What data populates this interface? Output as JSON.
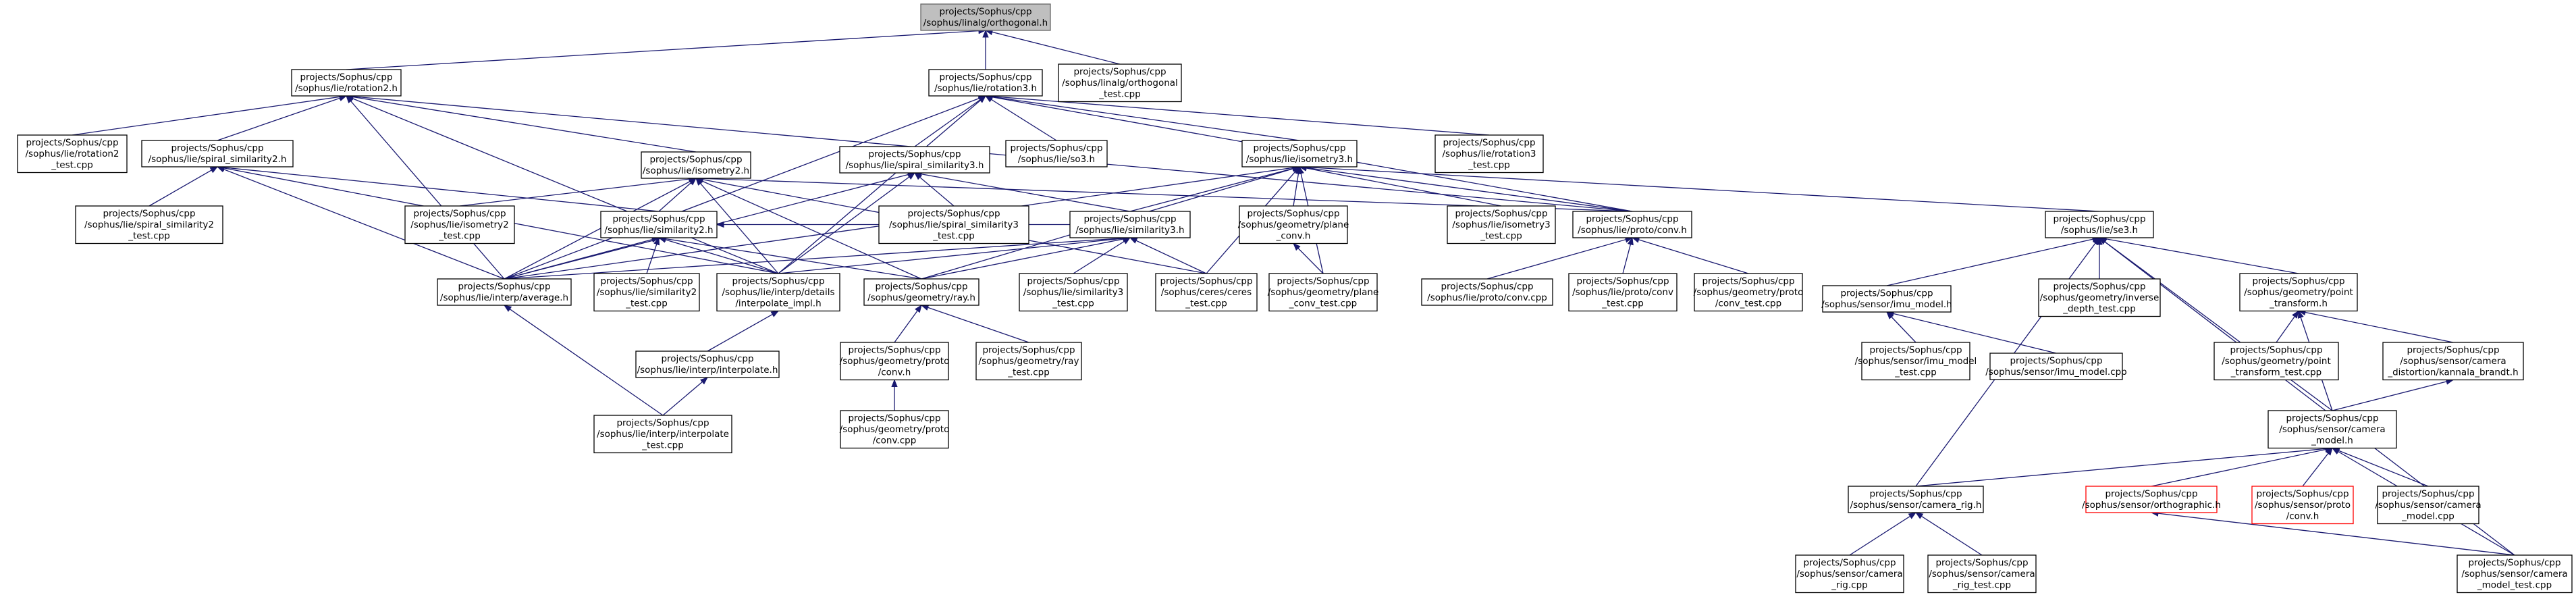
{
  "graph": {
    "colors": {
      "edge": "#191970",
      "node_border": "#000000",
      "root_fill": "#bfbfbf",
      "root_border": "#666666",
      "truncated_border": "#ff0000",
      "background": "#ffffff"
    },
    "nodes": [
      {
        "id": "orthogonal_h",
        "lines": [
          "projects/Sophus/cpp",
          "/sophus/linalg/orthogonal.h"
        ]
      },
      {
        "id": "rotation2_h",
        "lines": [
          "projects/Sophus/cpp",
          "/sophus/lie/rotation2.h"
        ]
      },
      {
        "id": "rotation3_h",
        "lines": [
          "projects/Sophus/cpp",
          "/sophus/lie/rotation3.h"
        ]
      },
      {
        "id": "orthogonal_test",
        "lines": [
          "projects/Sophus/cpp",
          "/sophus/linalg/orthogonal",
          "_test.cpp"
        ]
      },
      {
        "id": "rotation2_test",
        "lines": [
          "projects/Sophus/cpp",
          "/sophus/lie/rotation2",
          "_test.cpp"
        ]
      },
      {
        "id": "spiral_similarity2_h",
        "lines": [
          "projects/Sophus/cpp",
          "/sophus/lie/spiral_similarity2.h"
        ]
      },
      {
        "id": "isometry2_h",
        "lines": [
          "projects/Sophus/cpp",
          "/sophus/lie/isometry2.h"
        ]
      },
      {
        "id": "spiral_similarity3_h",
        "lines": [
          "projects/Sophus/cpp",
          "/sophus/lie/spiral_similarity3.h"
        ]
      },
      {
        "id": "so3_h",
        "lines": [
          "projects/Sophus/cpp",
          "/sophus/lie/so3.h"
        ]
      },
      {
        "id": "isometry3_h",
        "lines": [
          "projects/Sophus/cpp",
          "/sophus/lie/isometry3.h"
        ]
      },
      {
        "id": "rotation3_test",
        "lines": [
          "projects/Sophus/cpp",
          "/sophus/lie/rotation3",
          "_test.cpp"
        ]
      },
      {
        "id": "spiral_similarity2_test",
        "lines": [
          "projects/Sophus/cpp",
          "/sophus/lie/spiral_similarity2",
          "_test.cpp"
        ]
      },
      {
        "id": "isometry2_test",
        "lines": [
          "projects/Sophus/cpp",
          "/sophus/lie/isometry2",
          "_test.cpp"
        ]
      },
      {
        "id": "similarity2_h",
        "lines": [
          "projects/Sophus/cpp",
          "/sophus/lie/similarity2.h"
        ]
      },
      {
        "id": "spiral_similarity3_test",
        "lines": [
          "projects/Sophus/cpp",
          "/sophus/lie/spiral_similarity3",
          "_test.cpp"
        ]
      },
      {
        "id": "similarity3_h",
        "lines": [
          "projects/Sophus/cpp",
          "/sophus/lie/similarity3.h"
        ]
      },
      {
        "id": "plane_conv_h",
        "lines": [
          "projects/Sophus/cpp",
          "/sophus/geometry/plane",
          "_conv.h"
        ]
      },
      {
        "id": "isometry3_test",
        "lines": [
          "projects/Sophus/cpp",
          "/sophus/lie/isometry3",
          "_test.cpp"
        ]
      },
      {
        "id": "lie_proto_conv_h",
        "lines": [
          "projects/Sophus/cpp",
          "/sophus/lie/proto/conv.h"
        ]
      },
      {
        "id": "se3_h",
        "lines": [
          "projects/Sophus/cpp",
          "/sophus/lie/se3.h"
        ]
      },
      {
        "id": "interp_average_h",
        "lines": [
          "projects/Sophus/cpp",
          "/sophus/lie/interp/average.h"
        ]
      },
      {
        "id": "similarity2_test",
        "lines": [
          "projects/Sophus/cpp",
          "/sophus/lie/similarity2",
          "_test.cpp"
        ]
      },
      {
        "id": "interpolate_impl_h",
        "lines": [
          "projects/Sophus/cpp",
          "/sophus/lie/interp/details",
          "/interpolate_impl.h"
        ]
      },
      {
        "id": "ray_h",
        "lines": [
          "projects/Sophus/cpp",
          "/sophus/geometry/ray.h"
        ]
      },
      {
        "id": "similarity3_test",
        "lines": [
          "projects/Sophus/cpp",
          "/sophus/lie/similarity3",
          "_test.cpp"
        ]
      },
      {
        "id": "ceres_test",
        "lines": [
          "projects/Sophus/cpp",
          "/sophus/ceres/ceres",
          "_test.cpp"
        ]
      },
      {
        "id": "plane_conv_test",
        "lines": [
          "projects/Sophus/cpp",
          "/sophus/geometry/plane",
          "_conv_test.cpp"
        ]
      },
      {
        "id": "lie_proto_conv_cpp",
        "lines": [
          "projects/Sophus/cpp",
          "/sophus/lie/proto/conv.cpp"
        ]
      },
      {
        "id": "lie_proto_conv_test",
        "lines": [
          "projects/Sophus/cpp",
          "/sophus/lie/proto/conv",
          "_test.cpp"
        ]
      },
      {
        "id": "geometry_proto_conv_test",
        "lines": [
          "projects/Sophus/cpp",
          "/sophus/geometry/proto",
          "/conv_test.cpp"
        ]
      },
      {
        "id": "imu_model_h",
        "lines": [
          "projects/Sophus/cpp",
          "/sophus/sensor/imu_model.h"
        ]
      },
      {
        "id": "inverse_depth_test",
        "lines": [
          "projects/Sophus/cpp",
          "/sophus/geometry/inverse",
          "_depth_test.cpp"
        ]
      },
      {
        "id": "point_transform_h",
        "lines": [
          "projects/Sophus/cpp",
          "/sophus/geometry/point",
          "_transform.h"
        ]
      },
      {
        "id": "interpolate_h",
        "lines": [
          "projects/Sophus/cpp",
          "/sophus/lie/interp/interpolate.h"
        ]
      },
      {
        "id": "geometry_proto_conv_h",
        "lines": [
          "projects/Sophus/cpp",
          "/sophus/geometry/proto",
          "/conv.h"
        ]
      },
      {
        "id": "ray_test",
        "lines": [
          "projects/Sophus/cpp",
          "/sophus/geometry/ray",
          "_test.cpp"
        ]
      },
      {
        "id": "imu_model_test",
        "lines": [
          "projects/Sophus/cpp",
          "/sophus/sensor/imu_model",
          "_test.cpp"
        ]
      },
      {
        "id": "imu_model_cpp",
        "lines": [
          "projects/Sophus/cpp",
          "/sophus/sensor/imu_model.cpp"
        ]
      },
      {
        "id": "point_transform_test",
        "lines": [
          "projects/Sophus/cpp",
          "/sophus/geometry/point",
          "_transform_test.cpp"
        ]
      },
      {
        "id": "kannala_brandt_h",
        "lines": [
          "projects/Sophus/cpp",
          "/sophus/sensor/camera",
          "_distortion/kannala_brandt.h"
        ]
      },
      {
        "id": "interpolate_test",
        "lines": [
          "projects/Sophus/cpp",
          "/sophus/lie/interp/interpolate",
          "_test.cpp"
        ]
      },
      {
        "id": "geometry_proto_conv_cpp",
        "lines": [
          "projects/Sophus/cpp",
          "/sophus/geometry/proto",
          "/conv.cpp"
        ]
      },
      {
        "id": "camera_model_h",
        "lines": [
          "projects/Sophus/cpp",
          "/sophus/sensor/camera",
          "_model.h"
        ]
      },
      {
        "id": "camera_rig_h",
        "lines": [
          "projects/Sophus/cpp",
          "/sophus/sensor/camera_rig.h"
        ]
      },
      {
        "id": "orthographic_h",
        "lines": [
          "projects/Sophus/cpp",
          "/sophus/sensor/orthographic.h"
        ]
      },
      {
        "id": "sensor_proto_conv_h",
        "lines": [
          "projects/Sophus/cpp",
          "/sophus/sensor/proto",
          "/conv.h"
        ]
      },
      {
        "id": "camera_model_cpp",
        "lines": [
          "projects/Sophus/cpp",
          "/sophus/sensor/camera",
          "_model.cpp"
        ]
      },
      {
        "id": "camera_rig_cpp",
        "lines": [
          "projects/Sophus/cpp",
          "/sophus/sensor/camera",
          "_rig.cpp"
        ]
      },
      {
        "id": "camera_rig_test",
        "lines": [
          "projects/Sophus/cpp",
          "/sophus/sensor/camera",
          "_rig_test.cpp"
        ]
      },
      {
        "id": "camera_model_test",
        "lines": [
          "projects/Sophus/cpp",
          "/sophus/sensor/camera",
          "_model_test.cpp"
        ]
      }
    ],
    "edges": [
      [
        "rotation2_h",
        "orthogonal_h"
      ],
      [
        "rotation3_h",
        "orthogonal_h"
      ],
      [
        "orthogonal_test",
        "orthogonal_h"
      ],
      [
        "rotation2_test",
        "rotation2_h"
      ],
      [
        "spiral_similarity2_h",
        "rotation2_h"
      ],
      [
        "isometry2_h",
        "rotation2_h"
      ],
      [
        "interp_average_h",
        "rotation2_h"
      ],
      [
        "interpolate_impl_h",
        "rotation2_h"
      ],
      [
        "lie_proto_conv_h",
        "rotation2_h"
      ],
      [
        "spiral_similarity3_h",
        "rotation3_h"
      ],
      [
        "so3_h",
        "rotation3_h"
      ],
      [
        "isometry3_h",
        "rotation3_h"
      ],
      [
        "rotation3_test",
        "rotation3_h"
      ],
      [
        "interp_average_h",
        "rotation3_h"
      ],
      [
        "interpolate_impl_h",
        "rotation3_h"
      ],
      [
        "lie_proto_conv_h",
        "rotation3_h"
      ],
      [
        "spiral_similarity2_test",
        "spiral_similarity2_h"
      ],
      [
        "similarity2_h",
        "spiral_similarity2_h"
      ],
      [
        "interp_average_h",
        "spiral_similarity2_h"
      ],
      [
        "interpolate_impl_h",
        "spiral_similarity2_h"
      ],
      [
        "isometry2_test",
        "isometry2_h"
      ],
      [
        "similarity2_h",
        "isometry2_h"
      ],
      [
        "interp_average_h",
        "isometry2_h"
      ],
      [
        "interpolate_impl_h",
        "isometry2_h"
      ],
      [
        "ray_h",
        "isometry2_h"
      ],
      [
        "lie_proto_conv_h",
        "isometry2_h"
      ],
      [
        "ceres_test",
        "isometry2_h"
      ],
      [
        "spiral_similarity3_test",
        "spiral_similarity3_h"
      ],
      [
        "similarity3_h",
        "spiral_similarity3_h"
      ],
      [
        "interp_average_h",
        "spiral_similarity3_h"
      ],
      [
        "interpolate_impl_h",
        "spiral_similarity3_h"
      ],
      [
        "similarity3_h",
        "isometry3_h"
      ],
      [
        "plane_conv_h",
        "isometry3_h"
      ],
      [
        "isometry3_test",
        "isometry3_h"
      ],
      [
        "lie_proto_conv_h",
        "isometry3_h"
      ],
      [
        "se3_h",
        "isometry3_h"
      ],
      [
        "interp_average_h",
        "isometry3_h"
      ],
      [
        "ray_h",
        "isometry3_h"
      ],
      [
        "ceres_test",
        "isometry3_h"
      ],
      [
        "plane_conv_test",
        "isometry3_h"
      ],
      [
        "similarity2_test",
        "similarity2_h"
      ],
      [
        "interp_average_h",
        "similarity2_h"
      ],
      [
        "interpolate_impl_h",
        "similarity2_h"
      ],
      [
        "ray_h",
        "similarity2_h"
      ],
      [
        "similarity3_h",
        "similarity2_h"
      ],
      [
        "similarity3_test",
        "similarity3_h"
      ],
      [
        "ceres_test",
        "similarity3_h"
      ],
      [
        "interp_average_h",
        "similarity3_h"
      ],
      [
        "interpolate_impl_h",
        "similarity3_h"
      ],
      [
        "ray_h",
        "similarity3_h"
      ],
      [
        "plane_conv_test",
        "plane_conv_h"
      ],
      [
        "lie_proto_conv_cpp",
        "lie_proto_conv_h"
      ],
      [
        "lie_proto_conv_test",
        "lie_proto_conv_h"
      ],
      [
        "geometry_proto_conv_test",
        "lie_proto_conv_h"
      ],
      [
        "imu_model_h",
        "se3_h"
      ],
      [
        "inverse_depth_test",
        "se3_h"
      ],
      [
        "point_transform_h",
        "se3_h"
      ],
      [
        "camera_model_h",
        "se3_h"
      ],
      [
        "camera_rig_h",
        "se3_h"
      ],
      [
        "camera_model_test",
        "se3_h"
      ],
      [
        "interpolate_test",
        "interp_average_h"
      ],
      [
        "interpolate_h",
        "interpolate_impl_h"
      ],
      [
        "geometry_proto_conv_h",
        "ray_h"
      ],
      [
        "ray_test",
        "ray_h"
      ],
      [
        "geometry_proto_conv_cpp",
        "geometry_proto_conv_h"
      ],
      [
        "interpolate_test",
        "interpolate_h"
      ],
      [
        "imu_model_test",
        "imu_model_h"
      ],
      [
        "imu_model_cpp",
        "imu_model_h"
      ],
      [
        "point_transform_test",
        "point_transform_h"
      ],
      [
        "kannala_brandt_h",
        "point_transform_h"
      ],
      [
        "camera_model_h",
        "point_transform_h"
      ],
      [
        "camera_model_h",
        "kannala_brandt_h"
      ],
      [
        "camera_rig_h",
        "camera_model_h"
      ],
      [
        "orthographic_h",
        "camera_model_h"
      ],
      [
        "sensor_proto_conv_h",
        "camera_model_h"
      ],
      [
        "camera_model_cpp",
        "camera_model_h"
      ],
      [
        "camera_model_test",
        "camera_model_h"
      ],
      [
        "camera_rig_cpp",
        "camera_rig_h"
      ],
      [
        "camera_rig_test",
        "camera_rig_h"
      ],
      [
        "camera_model_test",
        "orthographic_h"
      ]
    ]
  }
}
